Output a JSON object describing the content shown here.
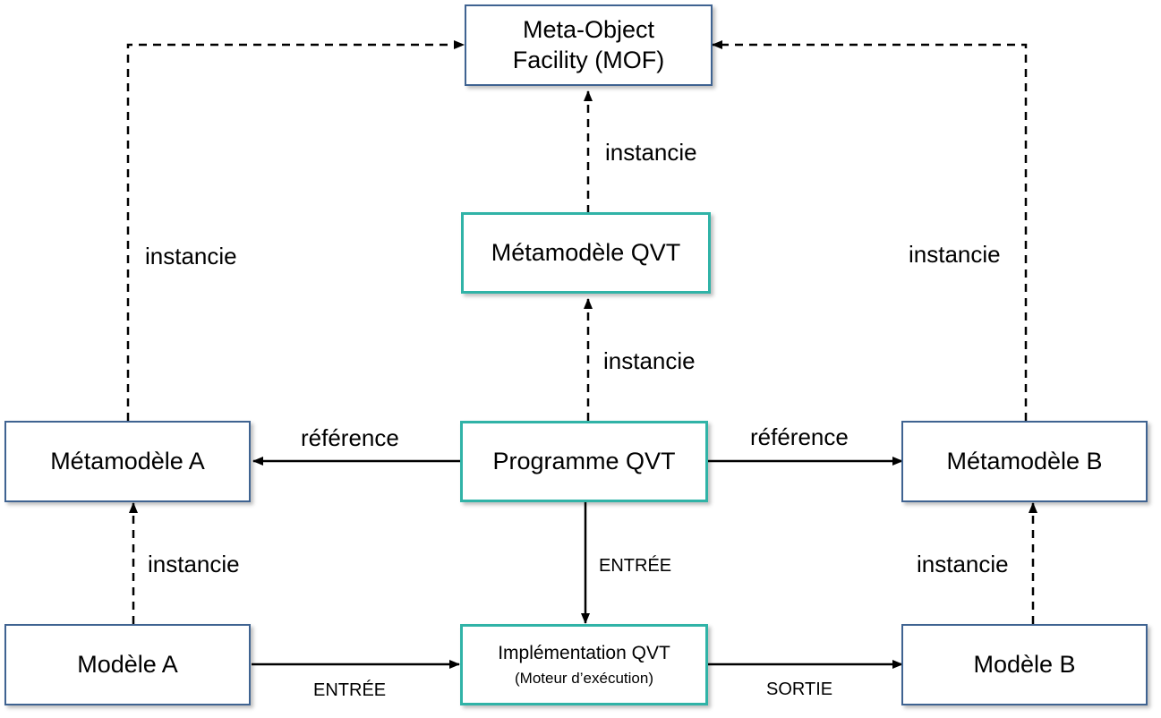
{
  "nodes": {
    "mof": "Meta-Object Facility (MOF)",
    "metamodele_qvt": "Métamodèle QVT",
    "metamodele_a": "Métamodèle A",
    "programme_qvt": "Programme QVT",
    "metamodele_b": "Métamodèle B",
    "modele_a": "Modèle A",
    "implementation_qvt": "Implémentation QVT",
    "implementation_qvt_sub": "(Moteur d’exécution)",
    "modele_b": "Modèle B"
  },
  "edges": {
    "instancie_mmqvt_mof": "instancie",
    "instancie_mma_mof": "instancie",
    "instancie_mmb_mof": "instancie",
    "instancie_prog_mmqvt": "instancie",
    "reference_prog_mma": "référence",
    "reference_prog_mmb": "référence",
    "instancie_ma_mma": "instancie",
    "instancie_mb_mmb": "instancie",
    "entree_prog_impl": "ENTRÉE",
    "entree_ma_impl": "ENTRÉE",
    "sortie_impl_mb": "SORTIE"
  },
  "colors": {
    "box_blue": "#3f6391",
    "box_teal": "#30b3a7",
    "arrow": "#000000"
  }
}
